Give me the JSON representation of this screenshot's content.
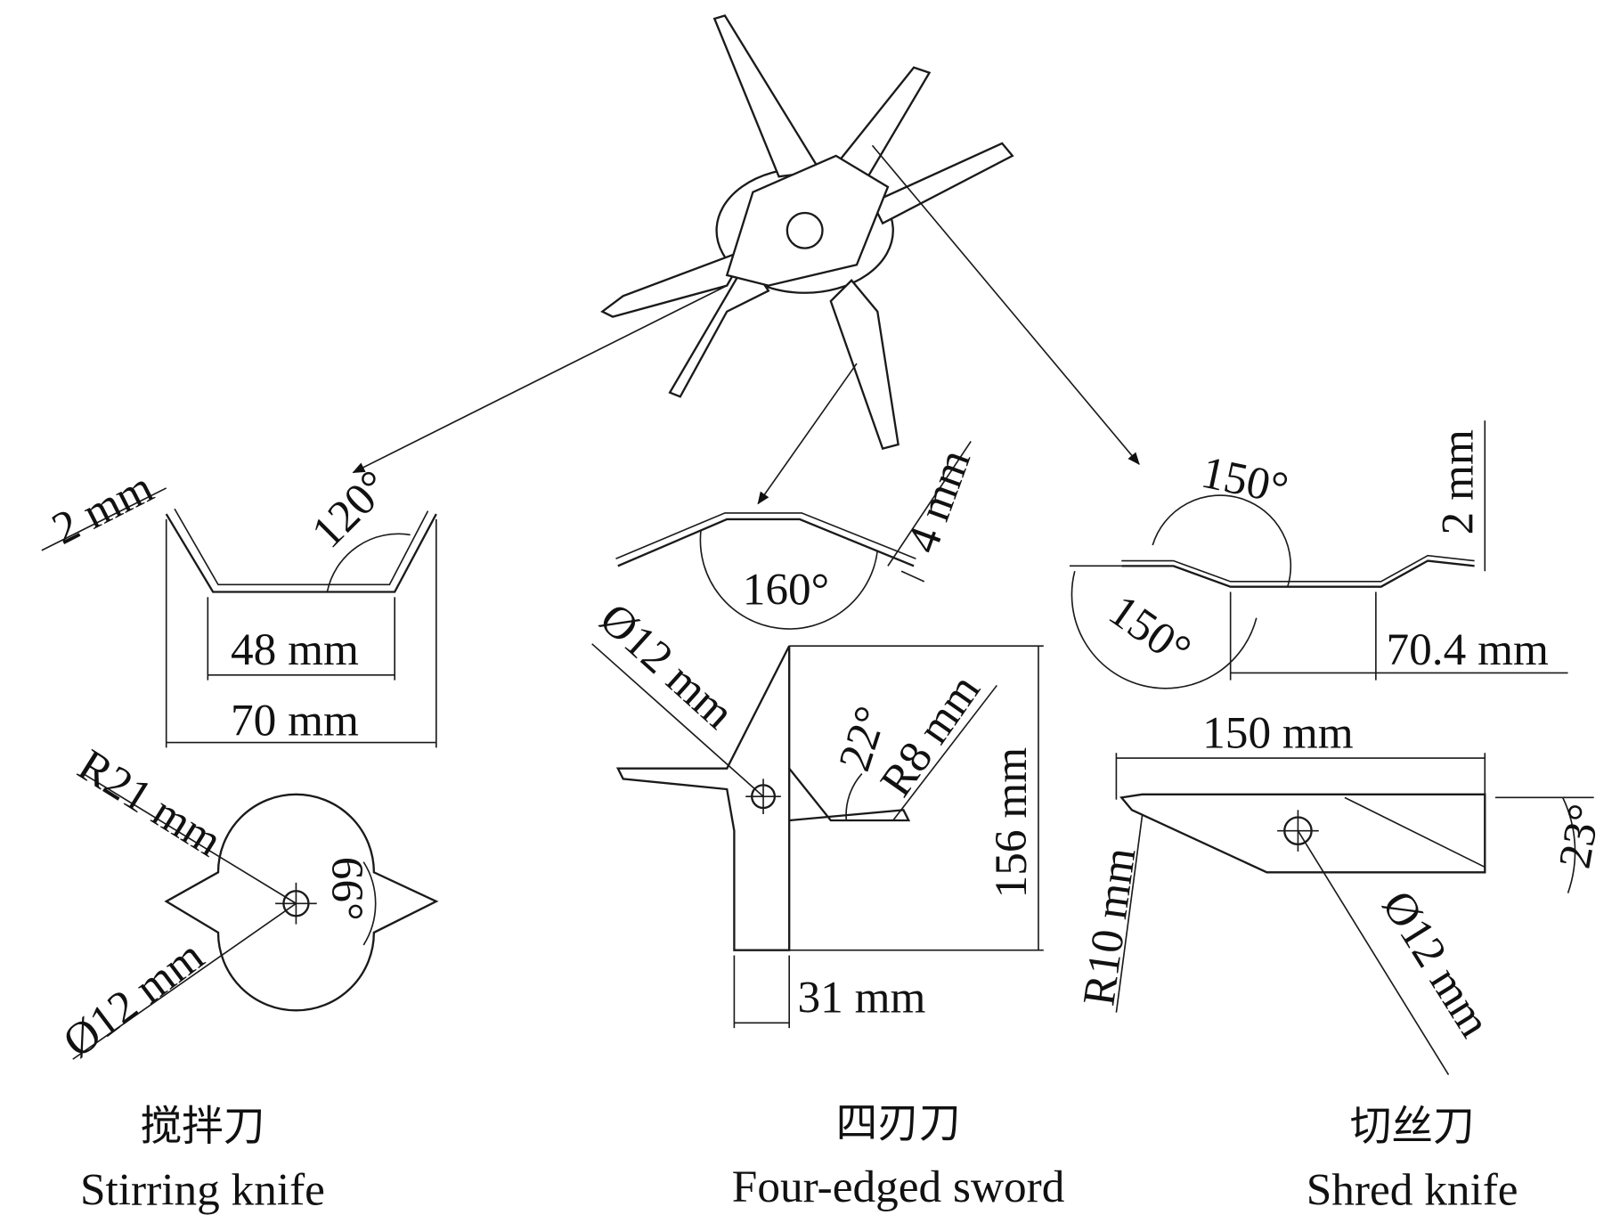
{
  "labels": {
    "stirring": {
      "thickness": "2 mm",
      "angle": "120°",
      "inner_width": "48 mm",
      "outer_width": "70 mm",
      "radius": "R21 mm",
      "angle2": "66°",
      "hole": "Ø12 mm"
    },
    "sword": {
      "thickness": "4 mm",
      "angle": "160°",
      "hole": "Ø12 mm",
      "angle2": "22°",
      "radius": "R8 mm",
      "height": "156 mm",
      "width": "31 mm"
    },
    "shred": {
      "angle_top": "150°",
      "thickness": "2 mm",
      "angle_bottom": "150°",
      "flat_length": "70.4 mm",
      "length": "150 mm",
      "angle2": "23°",
      "radius": "R10 mm",
      "hole": "Ø12 mm"
    }
  },
  "captions": {
    "stirring_cn": "搅拌刀",
    "stirring_en": "Stirring knife",
    "sword_cn": "四刃刀",
    "sword_en": "Four-edged sword",
    "shred_cn": "切丝刀",
    "shred_en": "Shred knife"
  }
}
